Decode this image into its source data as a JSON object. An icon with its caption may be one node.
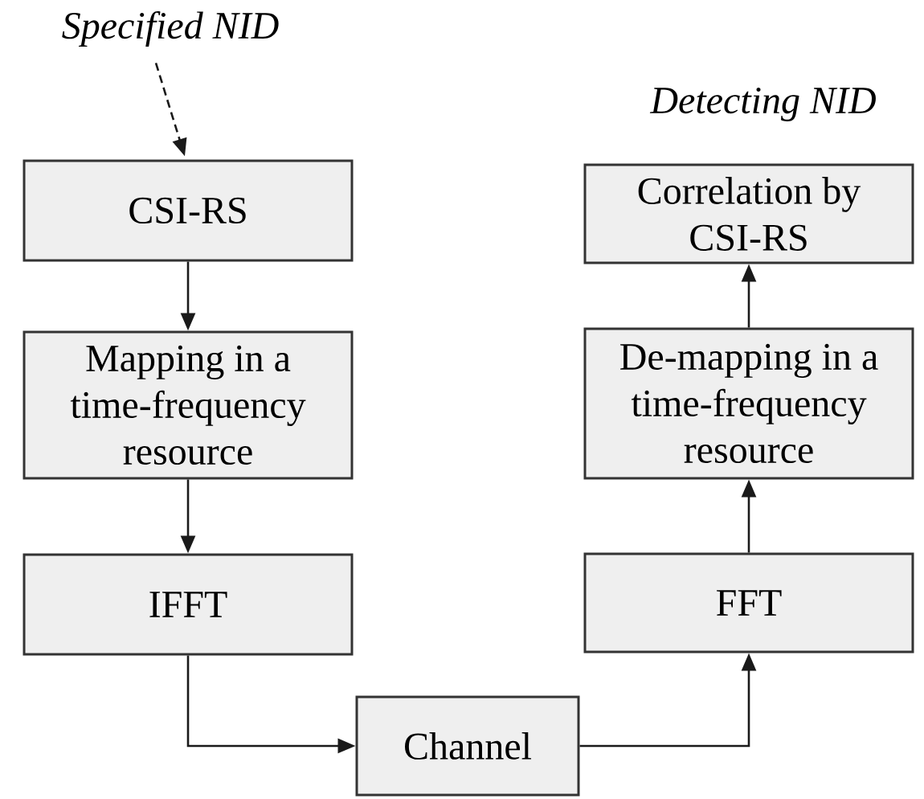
{
  "diagram": {
    "nodes": [
      {
        "text": [
          "Specified NID"
        ]
      },
      {
        "text": [
          "CSI-RS"
        ]
      },
      {
        "text": [
          "Mapping in a time-frequency resource"
        ]
      },
      {
        "text": [
          "IFFT"
        ]
      },
      {
        "text": [
          "Channel"
        ]
      },
      {
        "text": [
          "FFT"
        ]
      },
      {
        "text": [
          "De-mapping in a time-frequency resource"
        ]
      },
      {
        "text": [
          "Correlation by CSI-RS"
        ]
      }
    ],
    "edges": [
      {
        "from": 0,
        "to": 1,
        "arrow": "to",
        "style": "dashed"
      },
      {
        "from": 1,
        "to": 2,
        "arrow": "to"
      },
      {
        "from": 2,
        "to": 3,
        "arrow": "to"
      },
      {
        "from": 3,
        "to": 4,
        "arrow": "to"
      },
      {
        "from": 4,
        "to": 5,
        "arrow": "to"
      },
      {
        "from": 5,
        "to": 6,
        "arrow": "to"
      },
      {
        "from": 6,
        "to": 7,
        "arrow": "to"
      }
    ],
    "labels": [
      "Detecting NID"
    ]
  }
}
